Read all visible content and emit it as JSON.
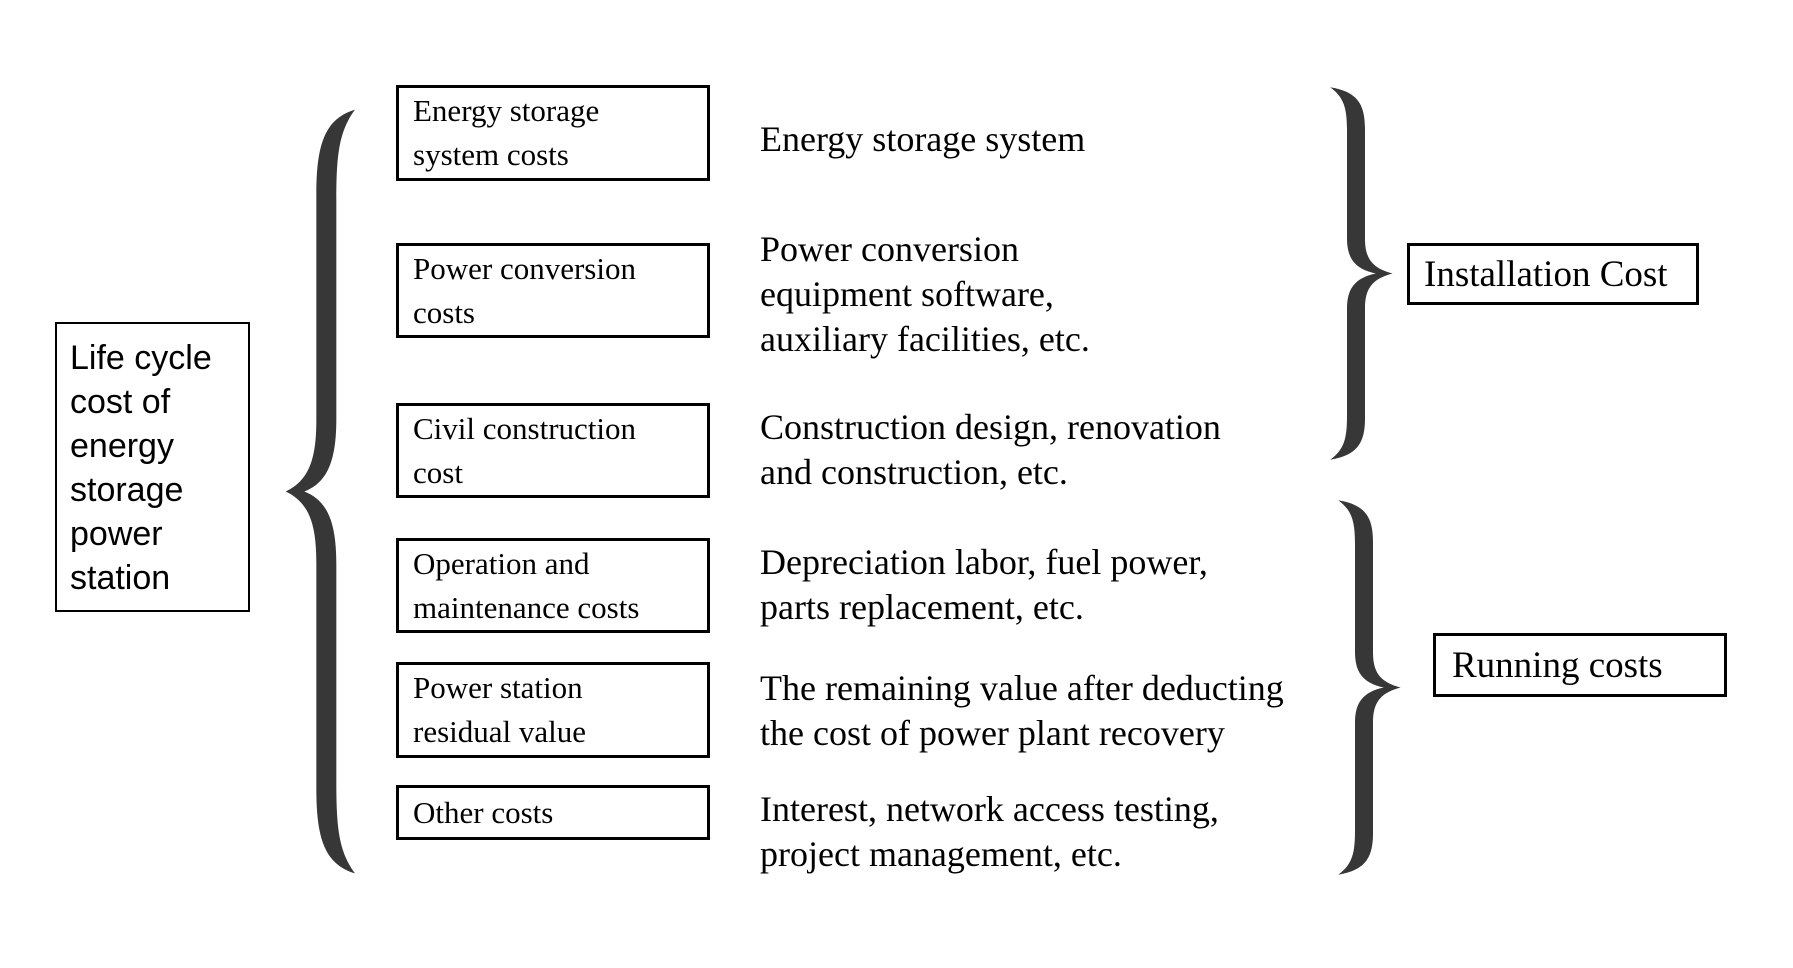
{
  "diagram": {
    "root": {
      "label": "Life cycle cost of energy storage power station"
    },
    "rows": [
      {
        "box_lines": [
          "Energy storage",
          "system costs"
        ],
        "desc_lines": [
          "Energy storage system"
        ]
      },
      {
        "box_lines": [
          "Power conversion",
          "costs"
        ],
        "desc_lines": [
          "Power conversion",
          "equipment software,",
          "auxiliary facilities, etc."
        ]
      },
      {
        "box_lines": [
          "Civil construction",
          "cost"
        ],
        "desc_lines": [
          "Construction design, renovation",
          "and construction, etc."
        ]
      },
      {
        "box_lines": [
          "Operation and",
          "maintenance costs"
        ],
        "desc_lines": [
          "Depreciation labor, fuel power,",
          "parts replacement, etc."
        ]
      },
      {
        "box_lines": [
          "Power station",
          "residual value"
        ],
        "desc_lines": [
          "The remaining value after deducting",
          "the cost of power plant recovery"
        ]
      },
      {
        "box_lines": [
          "Other costs"
        ],
        "desc_lines": [
          "Interest, network access testing,",
          "project management, etc."
        ]
      }
    ],
    "groups": [
      {
        "label": "Installation Cost",
        "covers_rows": [
          0,
          1,
          2
        ]
      },
      {
        "label": "Running costs",
        "covers_rows": [
          3,
          4,
          5
        ]
      }
    ],
    "colors": {
      "background": "#ffffff",
      "text": "#000000",
      "box_border": "#000000",
      "brace": "#373737"
    }
  }
}
